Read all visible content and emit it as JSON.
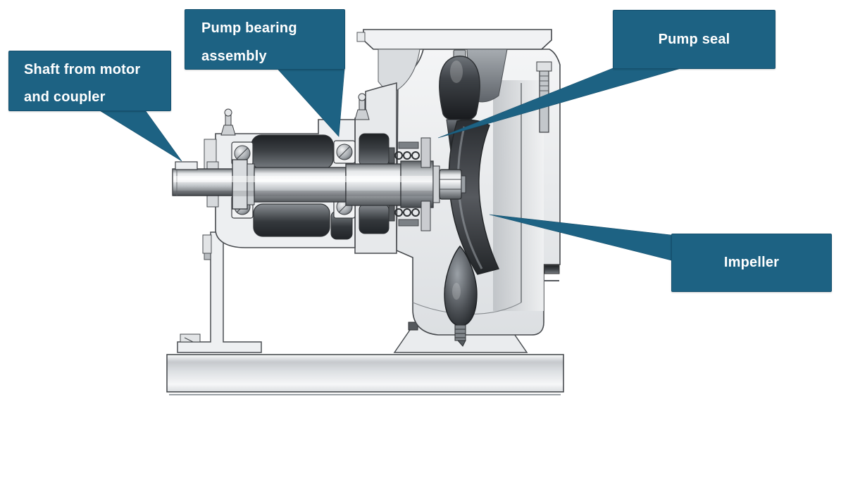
{
  "diagram": {
    "accent_color": "#1d6283",
    "callouts": [
      {
        "id": "shaft-from-motor-and-coupler",
        "text": "Shaft from motor and coupler",
        "lines": [
          "Shaft from motor",
          "and coupler"
        ]
      },
      {
        "id": "pump-bearing-assembly",
        "text": "Pump bearing assembly",
        "lines": [
          "Pump bearing",
          "assembly"
        ]
      },
      {
        "id": "pump-seal",
        "text": "Pump seal",
        "lines": [
          "Pump seal"
        ]
      },
      {
        "id": "impeller",
        "text": "Impeller",
        "lines": [
          "Impeller"
        ]
      }
    ]
  }
}
